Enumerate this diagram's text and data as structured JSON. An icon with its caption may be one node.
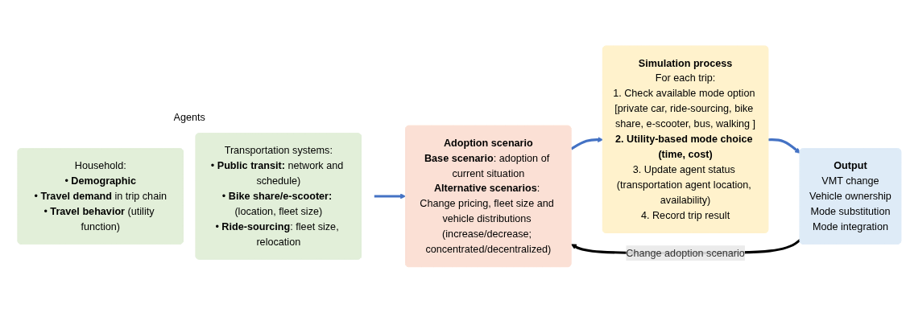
{
  "diagram": {
    "nodes": [
      {
        "text": [
          "Agents"
        ]
      },
      {
        "text": [
          "Household:",
          "• **Demographic**",
          "• **Travel demand** in trip chain",
          "• **Travel behavior** (utility function)"
        ],
        "in": 0
      },
      {
        "text": [
          "Transportation systems:",
          "• **Public transit:** network and schedule)",
          "• **Bike share/e-scooter:** (location, fleet size)",
          "• **Ride-sourcing**: fleet size, relocation"
        ],
        "in": 0
      },
      {
        "text": [
          "Adoption scenario",
          "**Base scenario**: adoption of current situation",
          "**Alternative scenarios**: Change pricing, fleet size and vehicle distributions (increase/decrease; concentrated/decentralized)"
        ]
      },
      {
        "text": [
          "Simulation process",
          "For each trip:",
          "1. Check available mode option [private car, ride-sourcing, bike share, e-scooter, bus, walking ]",
          "**2. Utility-based mode choice (time, cost)**",
          "3. Update agent status (transportation agent location, availability)",
          "4. Record trip result"
        ]
      },
      {
        "text": [
          "Output",
          "VMT change",
          "Vehicle ownership",
          "Mode substitution",
          "Mode integration"
        ]
      }
    ],
    "edges": [
      {
        "from": 0,
        "to": 3,
        "arrow": "to"
      },
      {
        "from": 3,
        "to": 4,
        "arrow": "to"
      },
      {
        "from": 4,
        "to": 5,
        "arrow": "to"
      },
      {
        "from": 5,
        "to": 3,
        "arrow": "to",
        "label": "Change adoption scenario",
        "color": "#000000"
      }
    ]
  }
}
